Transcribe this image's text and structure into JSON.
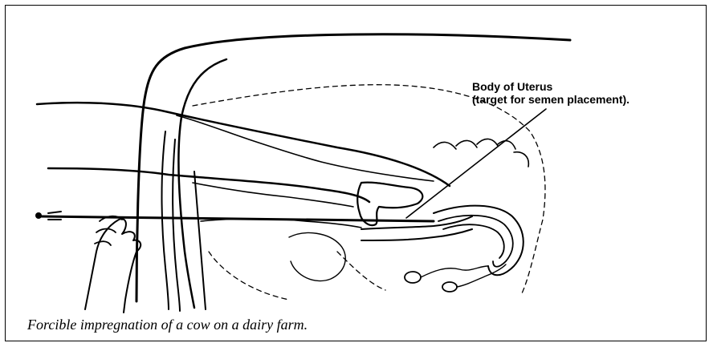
{
  "label": {
    "title": "Body of Uterus",
    "subtitle": "(target for semen placement)."
  },
  "caption": "Forcible impregnation of a cow on a dairy farm."
}
